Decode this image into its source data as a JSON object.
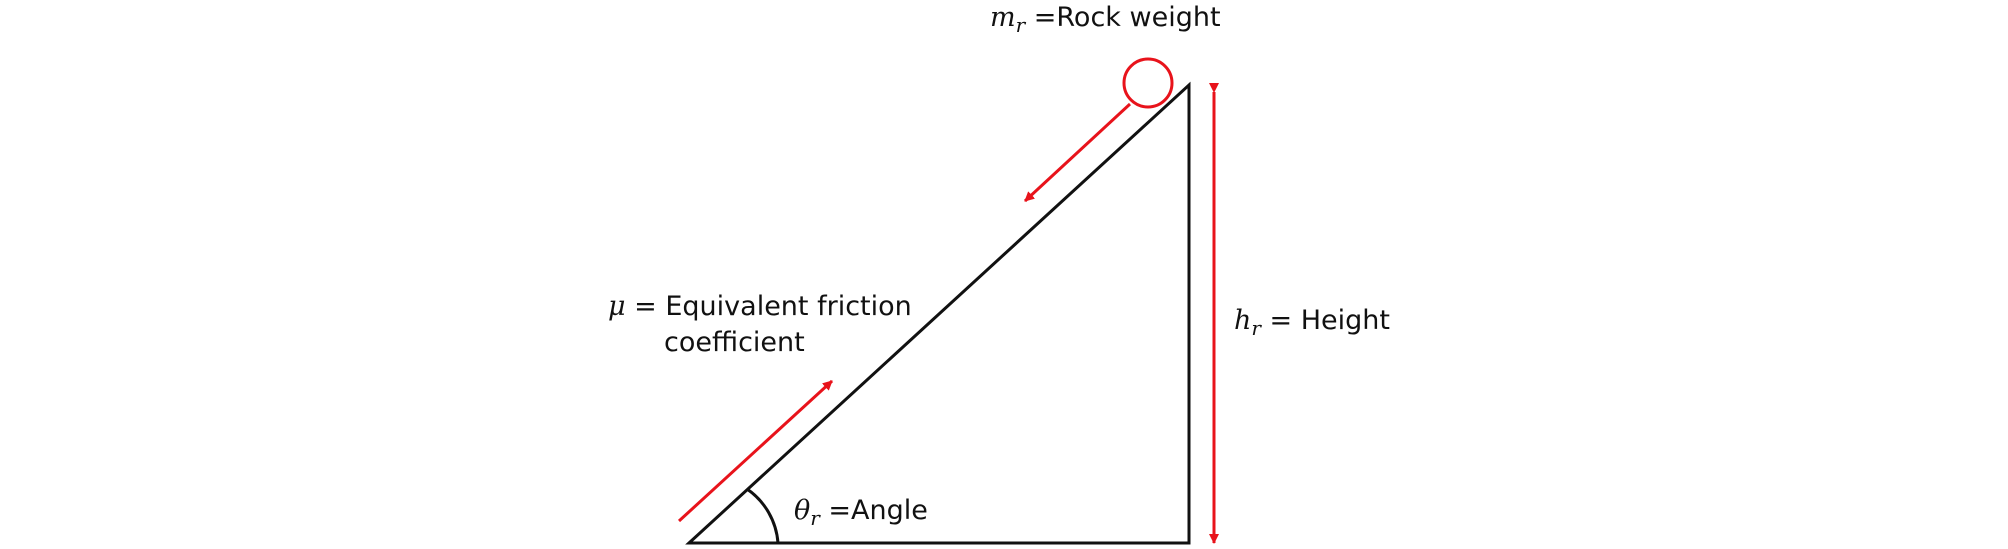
{
  "colors": {
    "triangle": "#111111",
    "annotation": "#e8131b",
    "text": "#111111"
  },
  "labels": {
    "mass": {
      "symbol": "m",
      "subscript": "r",
      "text": "=Rock weight"
    },
    "friction": {
      "symbol": "μ",
      "text_line1": "= Equivalent friction",
      "text_line2": "coefficient"
    },
    "height": {
      "symbol": "h",
      "subscript": "r",
      "text": "= Height"
    },
    "angle": {
      "symbol": "θ",
      "subscript": "r",
      "text": "=Angle"
    }
  }
}
